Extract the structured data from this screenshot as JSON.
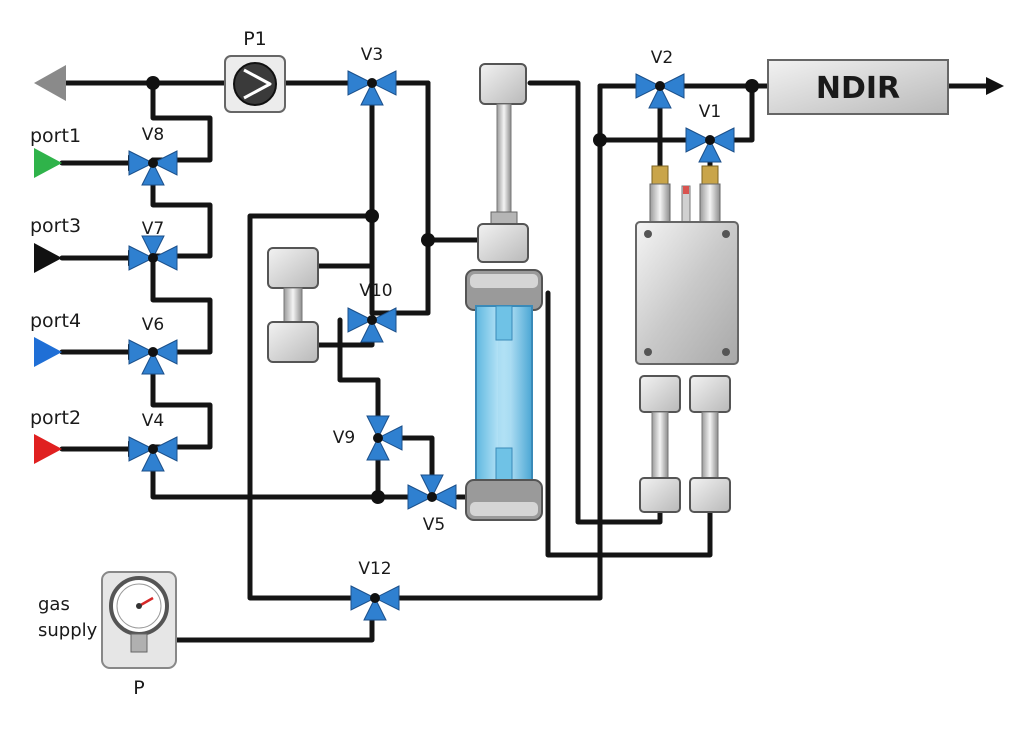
{
  "labels": {
    "pump": "P1",
    "ndir": "NDIR",
    "port1": "port1",
    "port3": "port3",
    "port4": "port4",
    "port2": "port2",
    "gas_supply_line1": "gas",
    "gas_supply_line2": "supply",
    "gauge": "P"
  },
  "valves": [
    "V1",
    "V2",
    "V3",
    "V4",
    "V5",
    "V6",
    "V7",
    "V8",
    "V9",
    "V10",
    "V12"
  ],
  "colors": {
    "port1": "#2fb34a",
    "port3": "#111111",
    "port4": "#1f6fd6",
    "port2": "#e02020",
    "exhaust": "#8a8a8a",
    "valve": "#2f80d0",
    "cell_glass": "#8fd3f0"
  }
}
